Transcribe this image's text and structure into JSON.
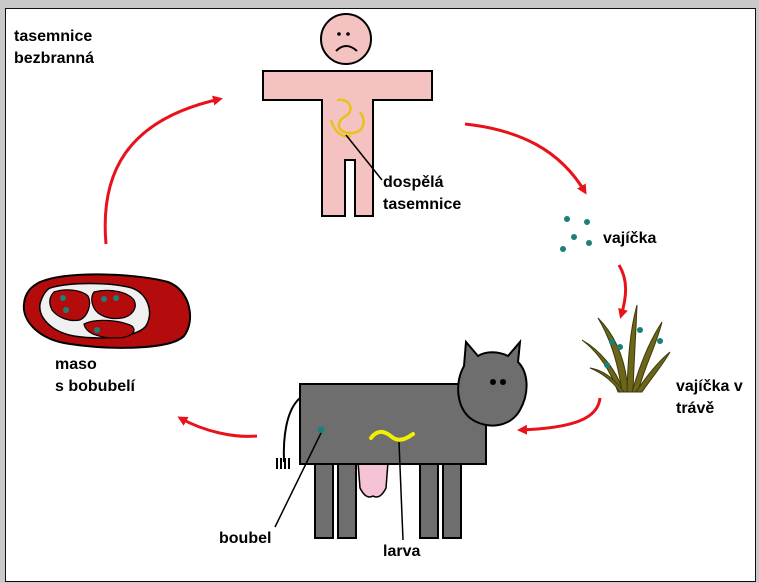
{
  "diagram": {
    "title_lines": [
      "tasemnice",
      "bezbranná"
    ],
    "labels": {
      "adult_tapeworm": [
        "dospělá",
        "tasemnice"
      ],
      "eggs": "vajíčka",
      "eggs_in_grass": [
        "vajíčka v",
        "trávě"
      ],
      "meat": [
        "maso",
        "s bobubelí"
      ],
      "cyst": "boubel",
      "larva": "larva"
    },
    "colors": {
      "arrow": "#e8121a",
      "human_skin": "#f5c2c2",
      "tapeworm": "#e8c21a",
      "egg": "#1b7f7a",
      "cow": "#6e6e6e",
      "udder": "#f5c2d6",
      "larva": "#f0f000",
      "meat": "#b40c0c",
      "grass": "#6b6619"
    }
  }
}
